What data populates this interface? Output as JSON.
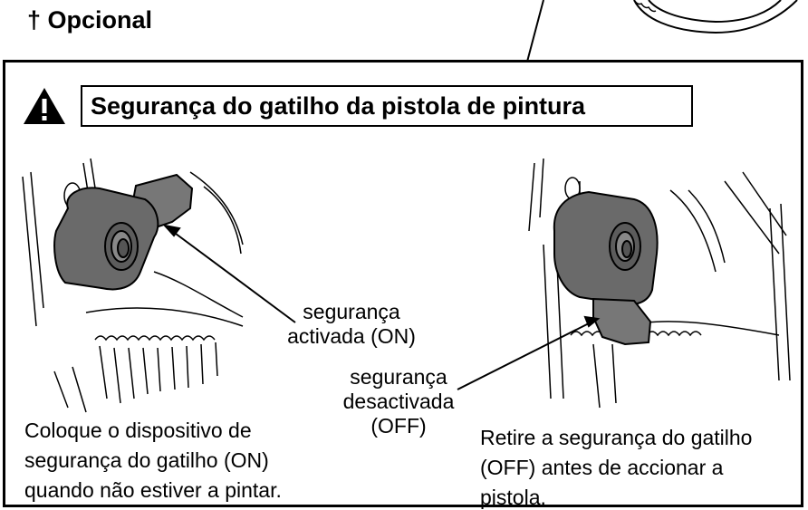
{
  "header": {
    "optional_note": "† Opcional"
  },
  "panel": {
    "title": "Segurança do gatilho da pistola de pintura",
    "warning_icon": "warning-triangle-icon",
    "callouts": {
      "on_line1": "segurança",
      "on_line2": "activada (ON)",
      "off_line1": "segurança",
      "off_line2": "desactivada",
      "off_line3": "(OFF)"
    },
    "left_caption": [
      "Coloque o dispositivo de",
      "segurança do gatilho (ON)",
      "quando não estiver a pintar."
    ],
    "right_caption": [
      "Retire a segurança do gatilho",
      "(OFF) antes de accionar a",
      "pistola."
    ]
  }
}
